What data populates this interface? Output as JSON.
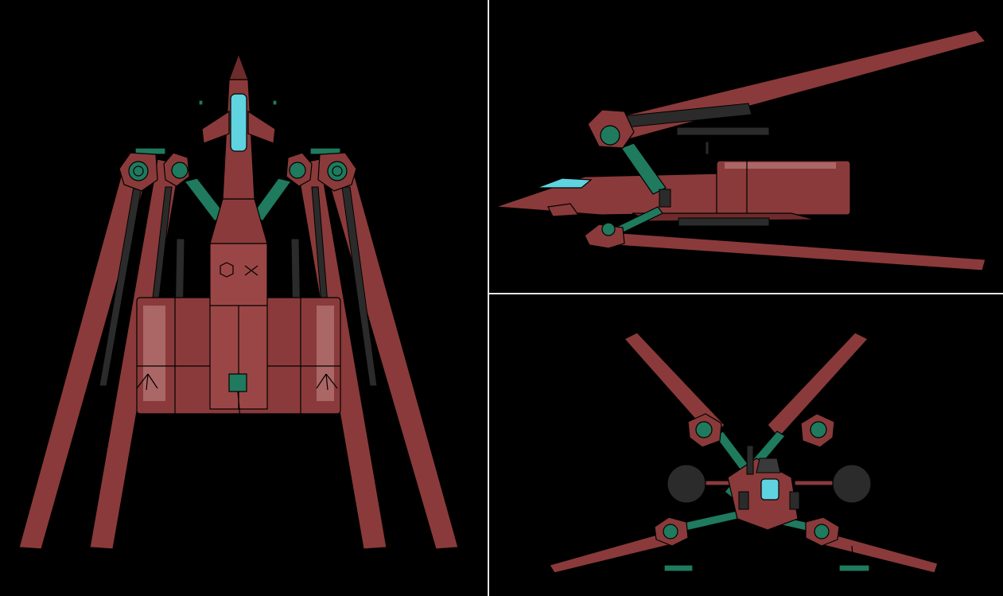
{
  "viewports": {
    "top": {
      "view": "top"
    },
    "side": {
      "view": "side"
    },
    "front": {
      "view": "front"
    }
  },
  "colors": {
    "background": "#000000",
    "hull": "#8a3a3a",
    "hull_dark": "#6e2b2b",
    "accent_teal": "#1f7a5e",
    "canopy_glass": "#5fd3e0",
    "struts": "#2b2b2b",
    "divider": "#e6e6e6"
  }
}
